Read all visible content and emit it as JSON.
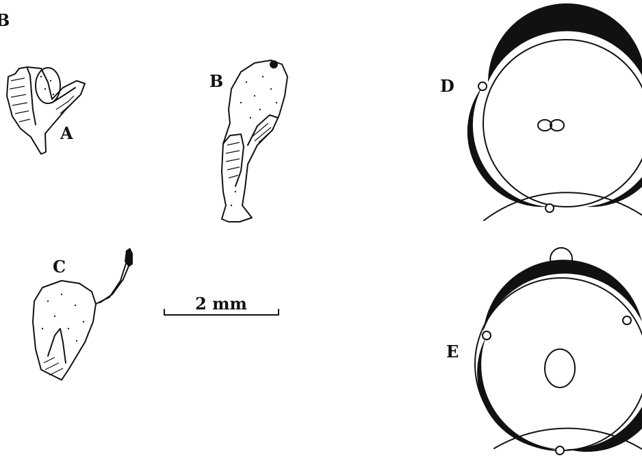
{
  "figure": {
    "corner_label": "B",
    "panels": [
      {
        "id": "A",
        "label": "A"
      },
      {
        "id": "B",
        "label": "B"
      },
      {
        "id": "C",
        "label": "C"
      },
      {
        "id": "D",
        "label": "D"
      },
      {
        "id": "E",
        "label": "E"
      }
    ],
    "scale_bar": {
      "label": "2 mm"
    },
    "colors": {
      "ink": "#111111",
      "background": "#ffffff"
    }
  }
}
